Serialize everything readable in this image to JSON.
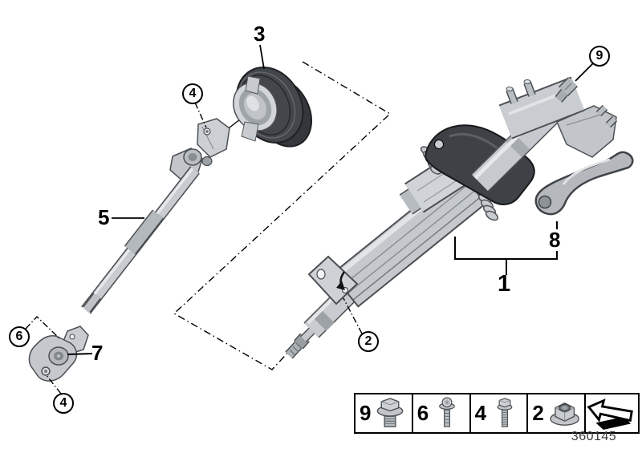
{
  "figure": {
    "number": "360145",
    "colors": {
      "outline": "#000000",
      "metal_light": "#c9cdd1",
      "metal_mid": "#aeb3b8",
      "dark_component": "#3e4247"
    }
  },
  "callouts": {
    "n1": "1",
    "n2": "2",
    "n3": "3",
    "n4_upper": "4",
    "n4_lower": "4",
    "n5": "5",
    "n6": "6",
    "n7": "7",
    "n8": "8",
    "n9": "9"
  },
  "legend": {
    "items": [
      {
        "label": "9",
        "icon": "flange-bolt-icon"
      },
      {
        "label": "6",
        "icon": "flange-screw-icon"
      },
      {
        "label": "4",
        "icon": "stud-bolt-icon"
      },
      {
        "label": "2",
        "icon": "flange-nut-icon"
      },
      {
        "label": "",
        "icon": "installation-direction-arrow-icon"
      }
    ]
  }
}
